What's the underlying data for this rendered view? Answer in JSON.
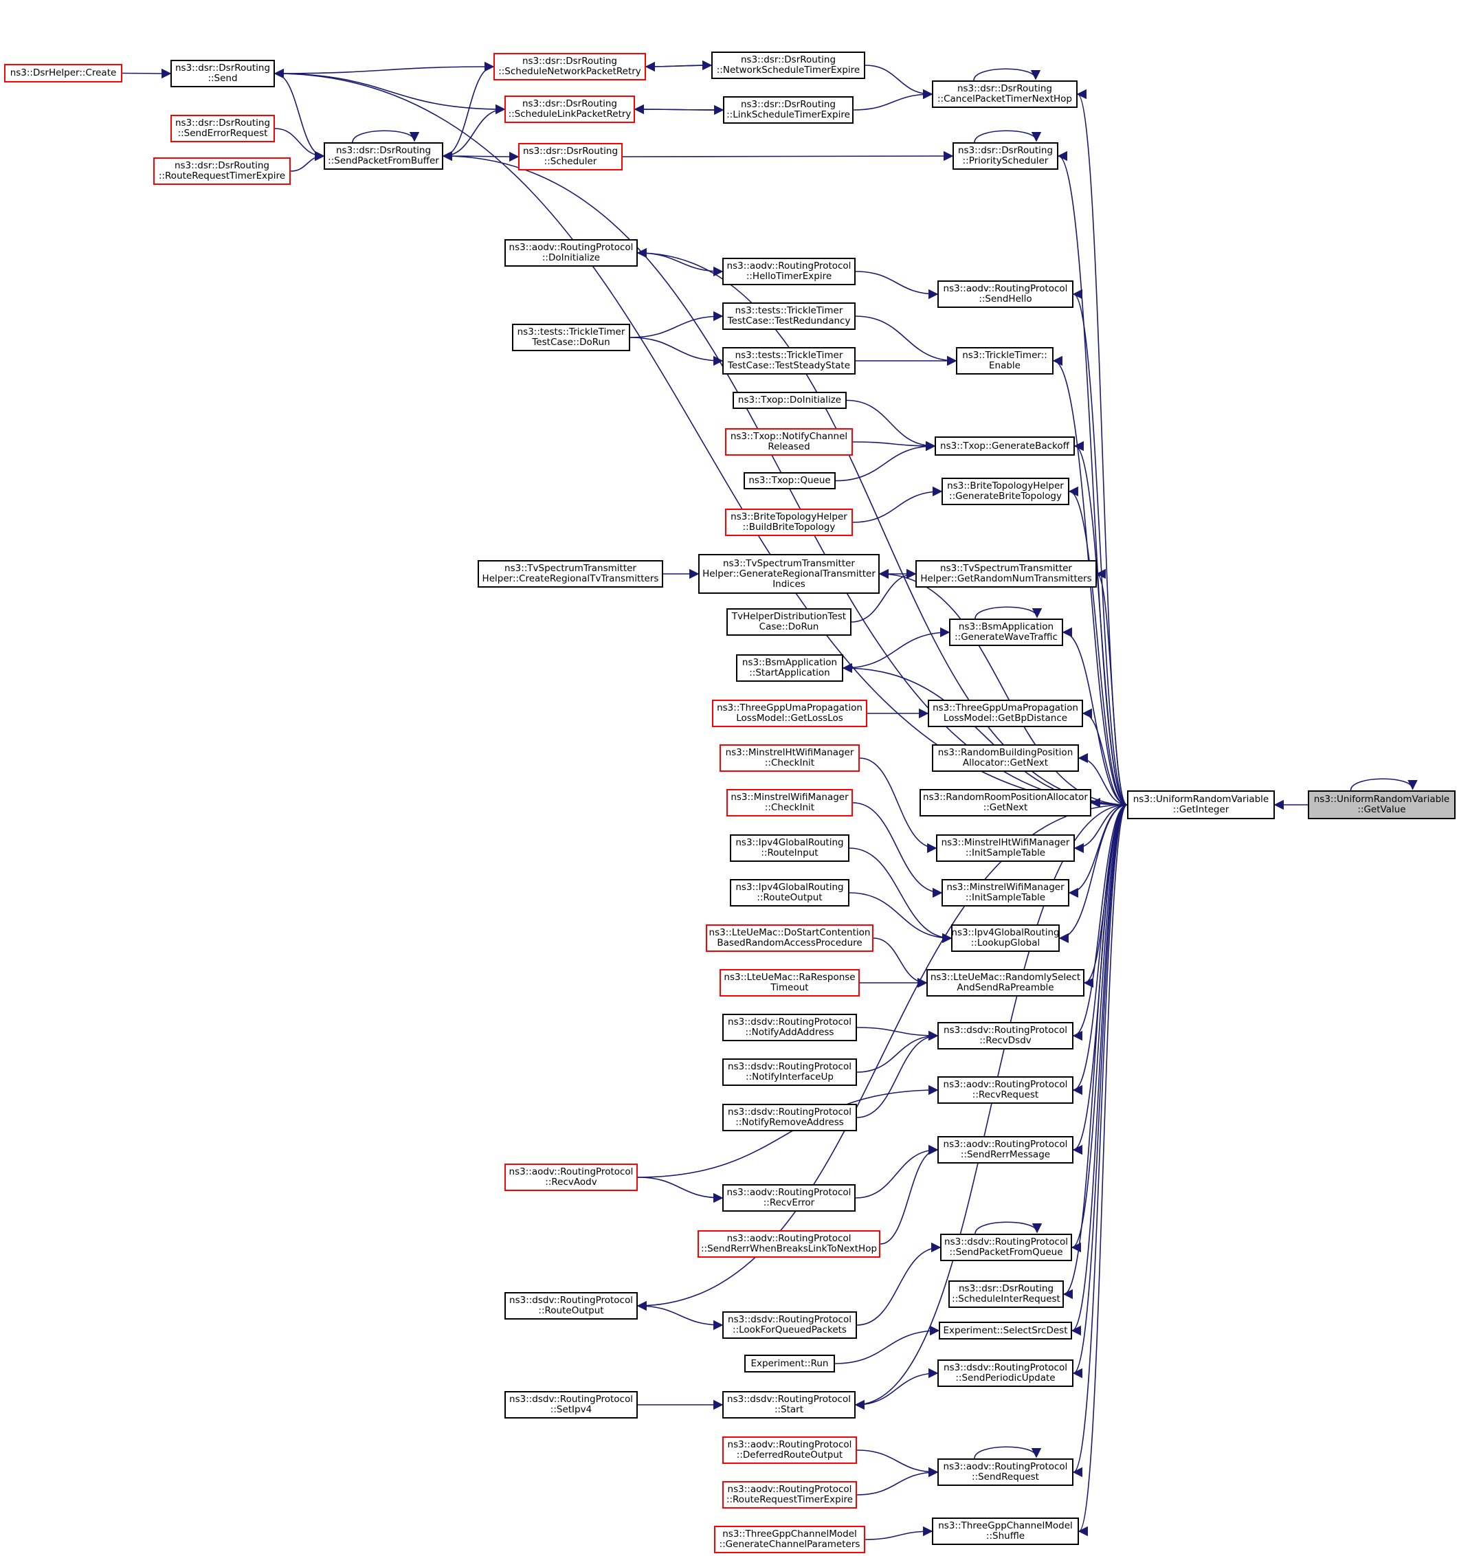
{
  "graph": {
    "edge_color": "#191970",
    "nodes": [
      {
        "id": "getvalue",
        "label": "ns3::UniformRandomVariable\n::GetValue",
        "border": "#000000",
        "fill": "#bfbfbf"
      },
      {
        "id": "getinteger",
        "label": "ns3::UniformRandomVariable\n::GetInteger",
        "border": "#000000"
      },
      {
        "id": "dsrhelper_create",
        "label": "ns3::DsrHelper::Create",
        "border": "#ff0000"
      },
      {
        "id": "dsr_send",
        "label": "ns3::dsr::DsrRouting\n::Send",
        "border": "#000000"
      },
      {
        "id": "dsr_sendErrorRequest",
        "label": "ns3::dsr::DsrRouting\n::SendErrorRequest",
        "border": "#ff0000"
      },
      {
        "id": "dsr_routeRequestTimerExpire",
        "label": "ns3::dsr::DsrRouting\n::RouteRequestTimerExpire",
        "border": "#ff0000"
      },
      {
        "id": "dsr_sendPacketFromBuffer",
        "label": "ns3::dsr::DsrRouting\n::SendPacketFromBuffer",
        "border": "#000000"
      },
      {
        "id": "dsr_scheduleNetworkPacketRetry",
        "label": "ns3::dsr::DsrRouting\n::ScheduleNetworkPacketRetry",
        "border": "#ff0000"
      },
      {
        "id": "dsr_scheduleLinkPacketRetry",
        "label": "ns3::dsr::DsrRouting\n::ScheduleLinkPacketRetry",
        "border": "#ff0000"
      },
      {
        "id": "dsr_scheduler",
        "label": "ns3::dsr::DsrRouting\n::Scheduler",
        "border": "#ff0000"
      },
      {
        "id": "dsr_networkScheduleTimerExpire",
        "label": "ns3::dsr::DsrRouting\n::NetworkScheduleTimerExpire",
        "border": "#000000"
      },
      {
        "id": "dsr_linkScheduleTimerExpire",
        "label": "ns3::dsr::DsrRouting\n::LinkScheduleTimerExpire",
        "border": "#000000"
      },
      {
        "id": "dsr_cancelPacketTimerNextHop",
        "label": "ns3::dsr::DsrRouting\n::CancelPacketTimerNextHop",
        "border": "#000000"
      },
      {
        "id": "dsr_priorityScheduler",
        "label": "ns3::dsr::DsrRouting\n::PriorityScheduler",
        "border": "#000000"
      },
      {
        "id": "aodv_doInitialize",
        "label": "ns3::aodv::RoutingProtocol\n::DoInitialize",
        "border": "#000000"
      },
      {
        "id": "aodv_helloTimerExpire",
        "label": "ns3::aodv::RoutingProtocol\n::HelloTimerExpire",
        "border": "#000000"
      },
      {
        "id": "aodv_sendHello",
        "label": "ns3::aodv::RoutingProtocol\n::SendHello",
        "border": "#000000"
      },
      {
        "id": "trickle_doRun",
        "label": "ns3::tests::TrickleTimer\nTestCase::DoRun",
        "border": "#000000"
      },
      {
        "id": "trickle_testRedundancy",
        "label": "ns3::tests::TrickleTimer\nTestCase::TestRedundancy",
        "border": "#000000"
      },
      {
        "id": "trickle_testSteadyState",
        "label": "ns3::tests::TrickleTimer\nTestCase::TestSteadyState",
        "border": "#000000"
      },
      {
        "id": "trickle_enable",
        "label": "ns3::TrickleTimer::\nEnable",
        "border": "#000000"
      },
      {
        "id": "txop_doInitialize",
        "label": "ns3::Txop::DoInitialize",
        "border": "#000000"
      },
      {
        "id": "txop_notifyChannelReleased",
        "label": "ns3::Txop::NotifyChannel\nReleased",
        "border": "#ff0000"
      },
      {
        "id": "txop_queue",
        "label": "ns3::Txop::Queue",
        "border": "#000000"
      },
      {
        "id": "txop_generateBackoff",
        "label": "ns3::Txop::GenerateBackoff",
        "border": "#000000"
      },
      {
        "id": "brite_generate",
        "label": "ns3::BriteTopologyHelper\n::GenerateBriteTopology",
        "border": "#000000"
      },
      {
        "id": "brite_build",
        "label": "ns3::BriteTopologyHelper\n::BuildBriteTopology",
        "border": "#ff0000"
      },
      {
        "id": "tv_createRegional",
        "label": "ns3::TvSpectrumTransmitter\nHelper::CreateRegionalTvTransmitters",
        "border": "#000000"
      },
      {
        "id": "tv_generateRegionalIndices",
        "label": "ns3::TvSpectrumTransmitter\nHelper::GenerateRegionalTransmitter\nIndices",
        "border": "#000000"
      },
      {
        "id": "tv_getRandomNum",
        "label": "ns3::TvSpectrumTransmitter\nHelper::GetRandomNumTransmitters",
        "border": "#000000"
      },
      {
        "id": "tvhelper_doRun",
        "label": "TvHelperDistributionTest\nCase::DoRun",
        "border": "#000000"
      },
      {
        "id": "bsm_generateWaveTraffic",
        "label": "ns3::BsmApplication\n::GenerateWaveTraffic",
        "border": "#000000"
      },
      {
        "id": "bsm_startApplication",
        "label": "ns3::BsmApplication\n::StartApplication",
        "border": "#000000"
      },
      {
        "id": "uma_getLossLos",
        "label": "ns3::ThreeGppUmaPropagation\nLossModel::GetLossLos",
        "border": "#ff0000"
      },
      {
        "id": "uma_getBpDistance",
        "label": "ns3::ThreeGppUmaPropagation\nLossModel::GetBpDistance",
        "border": "#000000"
      },
      {
        "id": "randomBuilding_getNext",
        "label": "ns3::RandomBuildingPosition\nAllocator::GetNext",
        "border": "#000000"
      },
      {
        "id": "randomRoom_getNext",
        "label": "ns3::RandomRoomPositionAllocator\n::GetNext",
        "border": "#000000"
      },
      {
        "id": "minstrelHt_checkInit",
        "label": "ns3::MinstrelHtWifiManager\n::CheckInit",
        "border": "#ff0000"
      },
      {
        "id": "minstrel_checkInit",
        "label": "ns3::MinstrelWifiManager\n::CheckInit",
        "border": "#ff0000"
      },
      {
        "id": "minstrelHt_initSampleTable",
        "label": "ns3::MinstrelHtWifiManager\n::InitSampleTable",
        "border": "#000000"
      },
      {
        "id": "minstrel_initSampleTable",
        "label": "ns3::MinstrelWifiManager\n::InitSampleTable",
        "border": "#000000"
      },
      {
        "id": "ipv4_routeInput",
        "label": "ns3::Ipv4GlobalRouting\n::RouteInput",
        "border": "#000000"
      },
      {
        "id": "ipv4_routeOutput",
        "label": "ns3::Ipv4GlobalRouting\n::RouteOutput",
        "border": "#000000"
      },
      {
        "id": "ipv4_lookupGlobal",
        "label": "ns3::Ipv4GlobalRouting\n::LookupGlobal",
        "border": "#000000"
      },
      {
        "id": "lte_doStartContention",
        "label": "ns3::LteUeMac::DoStartContention\nBasedRandomAccessProcedure",
        "border": "#ff0000"
      },
      {
        "id": "lte_raResponseTimeout",
        "label": "ns3::LteUeMac::RaResponse\nTimeout",
        "border": "#ff0000"
      },
      {
        "id": "lte_randomlySelect",
        "label": "ns3::LteUeMac::RandomlySelect\nAndSendRaPreamble",
        "border": "#000000"
      },
      {
        "id": "dsdv_notifyAddAddress",
        "label": "ns3::dsdv::RoutingProtocol\n::NotifyAddAddress",
        "border": "#000000"
      },
      {
        "id": "dsdv_notifyInterfaceUp",
        "label": "ns3::dsdv::RoutingProtocol\n::NotifyInterfaceUp",
        "border": "#000000"
      },
      {
        "id": "dsdv_notifyRemoveAddress",
        "label": "ns3::dsdv::RoutingProtocol\n::NotifyRemoveAddress",
        "border": "#000000"
      },
      {
        "id": "dsdv_recvDsdv",
        "label": "ns3::dsdv::RoutingProtocol\n::RecvDsdv",
        "border": "#000000"
      },
      {
        "id": "aodv_recvRequest",
        "label": "ns3::aodv::RoutingProtocol\n::RecvRequest",
        "border": "#000000"
      },
      {
        "id": "aodv_recvAodv",
        "label": "ns3::aodv::RoutingProtocol\n::RecvAodv",
        "border": "#ff0000"
      },
      {
        "id": "aodv_recvError",
        "label": "ns3::aodv::RoutingProtocol\n::RecvError",
        "border": "#000000"
      },
      {
        "id": "aodv_sendRerrMessage",
        "label": "ns3::aodv::RoutingProtocol\n::SendRerrMessage",
        "border": "#000000"
      },
      {
        "id": "aodv_sendRerrWhenBreaks",
        "label": "ns3::aodv::RoutingProtocol\n::SendRerrWhenBreaksLinkToNextHop",
        "border": "#ff0000"
      },
      {
        "id": "dsdv_routeOutput",
        "label": "ns3::dsdv::RoutingProtocol\n::RouteOutput",
        "border": "#000000"
      },
      {
        "id": "dsdv_lookForQueuedPackets",
        "label": "ns3::dsdv::RoutingProtocol\n::LookForQueuedPackets",
        "border": "#000000"
      },
      {
        "id": "dsdv_sendPacketFromQueue",
        "label": "ns3::dsdv::RoutingProtocol\n::SendPacketFromQueue",
        "border": "#000000"
      },
      {
        "id": "dsr_scheduleInterRequest",
        "label": "ns3::dsr::DsrRouting\n::ScheduleInterRequest",
        "border": "#000000"
      },
      {
        "id": "experiment_selectSrcDest",
        "label": "Experiment::SelectSrcDest",
        "border": "#000000"
      },
      {
        "id": "experiment_run",
        "label": "Experiment::Run",
        "border": "#000000"
      },
      {
        "id": "dsdv_sendPeriodicUpdate",
        "label": "ns3::dsdv::RoutingProtocol\n::SendPeriodicUpdate",
        "border": "#000000"
      },
      {
        "id": "dsdv_setIpv4",
        "label": "ns3::dsdv::RoutingProtocol\n::SetIpv4",
        "border": "#000000"
      },
      {
        "id": "dsdv_start",
        "label": "ns3::dsdv::RoutingProtocol\n::Start",
        "border": "#000000"
      },
      {
        "id": "aodv_deferredRouteOutput",
        "label": "ns3::aodv::RoutingProtocol\n::DeferredRouteOutput",
        "border": "#ff0000"
      },
      {
        "id": "aodv_routeRequestTimerExpire",
        "label": "ns3::aodv::RoutingProtocol\n::RouteRequestTimerExpire",
        "border": "#ff0000"
      },
      {
        "id": "aodv_sendRequest",
        "label": "ns3::aodv::RoutingProtocol\n::SendRequest",
        "border": "#000000"
      },
      {
        "id": "threegpp_generateChannelParameters",
        "label": "ns3::ThreeGppChannelModel\n::GenerateChannelParameters",
        "border": "#ff0000"
      },
      {
        "id": "threegpp_shuffle",
        "label": "ns3::ThreeGppChannelModel\n::Shuffle",
        "border": "#000000"
      }
    ],
    "edges": [
      [
        "getinteger",
        "getvalue"
      ],
      [
        "getvalue",
        "getvalue"
      ],
      [
        "dsr_send",
        "dsrhelper_create"
      ],
      [
        "dsr_send",
        "getinteger"
      ],
      [
        "dsr_scheduleNetworkPacketRetry",
        "dsr_send"
      ],
      [
        "dsr_scheduleLinkPacketRetry",
        "dsr_send"
      ],
      [
        "dsr_sendPacketFromBuffer",
        "dsr_send"
      ],
      [
        "dsr_sendPacketFromBuffer",
        "dsr_sendErrorRequest"
      ],
      [
        "dsr_sendPacketFromBuffer",
        "dsr_routeRequestTimerExpire"
      ],
      [
        "dsr_sendPacketFromBuffer",
        "dsr_sendPacketFromBuffer"
      ],
      [
        "dsr_sendPacketFromBuffer",
        "dsr_scheduleNetworkPacketRetry"
      ],
      [
        "dsr_scheduleLinkPacketRetry",
        "dsr_sendPacketFromBuffer"
      ],
      [
        "dsr_scheduler",
        "dsr_sendPacketFromBuffer"
      ],
      [
        "dsr_sendPacketFromBuffer",
        "getinteger"
      ],
      [
        "dsr_scheduleNetworkPacketRetry",
        "dsr_networkScheduleTimerExpire"
      ],
      [
        "dsr_networkScheduleTimerExpire",
        "dsr_scheduleNetworkPacketRetry"
      ],
      [
        "dsr_scheduleLinkPacketRetry",
        "dsr_linkScheduleTimerExpire"
      ],
      [
        "dsr_linkScheduleTimerExpire",
        "dsr_scheduleLinkPacketRetry"
      ],
      [
        "dsr_cancelPacketTimerNextHop",
        "dsr_networkScheduleTimerExpire"
      ],
      [
        "dsr_cancelPacketTimerNextHop",
        "dsr_linkScheduleTimerExpire"
      ],
      [
        "dsr_cancelPacketTimerNextHop",
        "dsr_cancelPacketTimerNextHop"
      ],
      [
        "dsr_cancelPacketTimerNextHop",
        "getinteger"
      ],
      [
        "dsr_priorityScheduler",
        "dsr_scheduler"
      ],
      [
        "dsr_priorityScheduler",
        "dsr_priorityScheduler"
      ],
      [
        "dsr_priorityScheduler",
        "getinteger"
      ],
      [
        "aodv_doInitialize",
        "getinteger"
      ],
      [
        "aodv_helloTimerExpire",
        "aodv_doInitialize"
      ],
      [
        "aodv_sendHello",
        "aodv_helloTimerExpire"
      ],
      [
        "aodv_sendHello",
        "getinteger"
      ],
      [
        "trickle_testRedundancy",
        "trickle_doRun"
      ],
      [
        "trickle_testSteadyState",
        "trickle_doRun"
      ],
      [
        "trickle_enable",
        "trickle_testRedundancy"
      ],
      [
        "trickle_enable",
        "trickle_testSteadyState"
      ],
      [
        "trickle_enable",
        "getinteger"
      ],
      [
        "txop_generateBackoff",
        "txop_doInitialize"
      ],
      [
        "txop_generateBackoff",
        "txop_notifyChannelReleased"
      ],
      [
        "txop_generateBackoff",
        "txop_queue"
      ],
      [
        "txop_generateBackoff",
        "getinteger"
      ],
      [
        "brite_generate",
        "brite_build"
      ],
      [
        "brite_generate",
        "getinteger"
      ],
      [
        "tv_generateRegionalIndices",
        "tv_createRegional"
      ],
      [
        "tv_getRandomNum",
        "tv_generateRegionalIndices"
      ],
      [
        "tv_getRandomNum",
        "tvhelper_doRun"
      ],
      [
        "tv_generateRegionalIndices",
        "getinteger"
      ],
      [
        "tv_getRandomNum",
        "getinteger"
      ],
      [
        "bsm_generateWaveTraffic",
        "bsm_startApplication"
      ],
      [
        "bsm_generateWaveTraffic",
        "bsm_generateWaveTraffic"
      ],
      [
        "bsm_generateWaveTraffic",
        "getinteger"
      ],
      [
        "bsm_startApplication",
        "getinteger"
      ],
      [
        "uma_getBpDistance",
        "uma_getLossLos"
      ],
      [
        "uma_getBpDistance",
        "getinteger"
      ],
      [
        "randomBuilding_getNext",
        "getinteger"
      ],
      [
        "randomRoom_getNext",
        "getinteger"
      ],
      [
        "minstrelHt_initSampleTable",
        "minstrelHt_checkInit"
      ],
      [
        "minstrelHt_initSampleTable",
        "getinteger"
      ],
      [
        "minstrel_initSampleTable",
        "minstrel_checkInit"
      ],
      [
        "minstrel_initSampleTable",
        "getinteger"
      ],
      [
        "ipv4_lookupGlobal",
        "ipv4_routeInput"
      ],
      [
        "ipv4_lookupGlobal",
        "ipv4_routeOutput"
      ],
      [
        "ipv4_lookupGlobal",
        "getinteger"
      ],
      [
        "lte_randomlySelect",
        "lte_doStartContention"
      ],
      [
        "lte_randomlySelect",
        "lte_raResponseTimeout"
      ],
      [
        "lte_randomlySelect",
        "getinteger"
      ],
      [
        "dsdv_recvDsdv",
        "dsdv_notifyAddAddress"
      ],
      [
        "dsdv_recvDsdv",
        "dsdv_notifyInterfaceUp"
      ],
      [
        "dsdv_recvDsdv",
        "dsdv_notifyRemoveAddress"
      ],
      [
        "dsdv_recvDsdv",
        "getinteger"
      ],
      [
        "aodv_recvRequest",
        "aodv_recvAodv"
      ],
      [
        "aodv_recvRequest",
        "getinteger"
      ],
      [
        "aodv_recvError",
        "aodv_recvAodv"
      ],
      [
        "aodv_sendRerrMessage",
        "aodv_recvError"
      ],
      [
        "aodv_sendRerrMessage",
        "aodv_sendRerrWhenBreaks"
      ],
      [
        "aodv_sendRerrMessage",
        "getinteger"
      ],
      [
        "dsdv_routeOutput",
        "getinteger"
      ],
      [
        "dsdv_lookForQueuedPackets",
        "dsdv_routeOutput"
      ],
      [
        "dsdv_sendPacketFromQueue",
        "dsdv_lookForQueuedPackets"
      ],
      [
        "dsdv_sendPacketFromQueue",
        "dsdv_sendPacketFromQueue"
      ],
      [
        "dsdv_sendPacketFromQueue",
        "getinteger"
      ],
      [
        "dsr_scheduleInterRequest",
        "getinteger"
      ],
      [
        "experiment_selectSrcDest",
        "experiment_run"
      ],
      [
        "experiment_selectSrcDest",
        "getinteger"
      ],
      [
        "dsdv_sendPeriodicUpdate",
        "dsdv_start"
      ],
      [
        "dsdv_start",
        "dsdv_setIpv4"
      ],
      [
        "dsdv_sendPeriodicUpdate",
        "getinteger"
      ],
      [
        "dsdv_start",
        "getinteger"
      ],
      [
        "aodv_sendRequest",
        "aodv_deferredRouteOutput"
      ],
      [
        "aodv_sendRequest",
        "aodv_routeRequestTimerExpire"
      ],
      [
        "aodv_sendRequest",
        "aodv_sendRequest"
      ],
      [
        "aodv_sendRequest",
        "getinteger"
      ],
      [
        "threegpp_shuffle",
        "threegpp_generateChannelParameters"
      ],
      [
        "threegpp_shuffle",
        "getinteger"
      ]
    ]
  }
}
